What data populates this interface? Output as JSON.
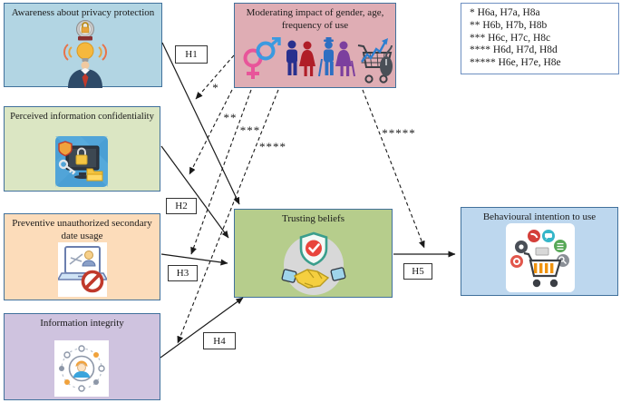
{
  "boxes": {
    "awareness": {
      "label": "Awareness about privacy protection",
      "bg": "#b2d5e3"
    },
    "confidentiality": {
      "label": "Perceived information confidentiality",
      "bg": "#dbe6c3"
    },
    "preventive": {
      "label": "Preventive unauthorized secondary date usage",
      "bg": "#fcdcba"
    },
    "integrity": {
      "label": "Information integrity",
      "bg": "#cfc3df"
    },
    "moderating": {
      "label": "Moderating impact of gender, age, frequency of use",
      "bg": "#dfadb4"
    },
    "trusting": {
      "label": "Trusting beliefs",
      "bg": "#b6cd8c"
    },
    "behavioural": {
      "label": "Behavioural intention to use",
      "bg": "#bdd7ee"
    }
  },
  "legend": {
    "lines": [
      "* H6a, H7a, H8a",
      "** H6b, H7b, H8b",
      "*** H6c, H7c, H8c",
      "**** H6d, H7d, H8d",
      "***** H6e, H7e, H8e"
    ]
  },
  "path_labels": {
    "h1": "H1",
    "h2": "H2",
    "h3": "H3",
    "h4": "H4",
    "h5": "H5"
  },
  "moderation_labels": {
    "m1": "*",
    "m2": "**",
    "m3": "***",
    "m4": "****",
    "m5": "*****"
  },
  "icons": {
    "awareness-icon": "person with lightbulb head and privacy medal",
    "confidentiality-icon": "monitor with shield, padlock, key and folder",
    "prevention-icon": "laptop with blocked-user prohibition sign",
    "integrity-icon": "user avatar in network circle of dots",
    "gender-icon": "interlocked male and female symbols",
    "age-groups-icon": "young and elderly couple silhouettes",
    "usage-cart-icon": "shopping cart with rising chart and mouse",
    "trusting-icon": "handshake under shield with check mark",
    "behavioural-icon": "shopping cart surrounded by app bubbles"
  },
  "colors": {
    "box_border": "#41719c",
    "legend_border": "#6d8fc1",
    "arrow": "#1a1a1a"
  }
}
